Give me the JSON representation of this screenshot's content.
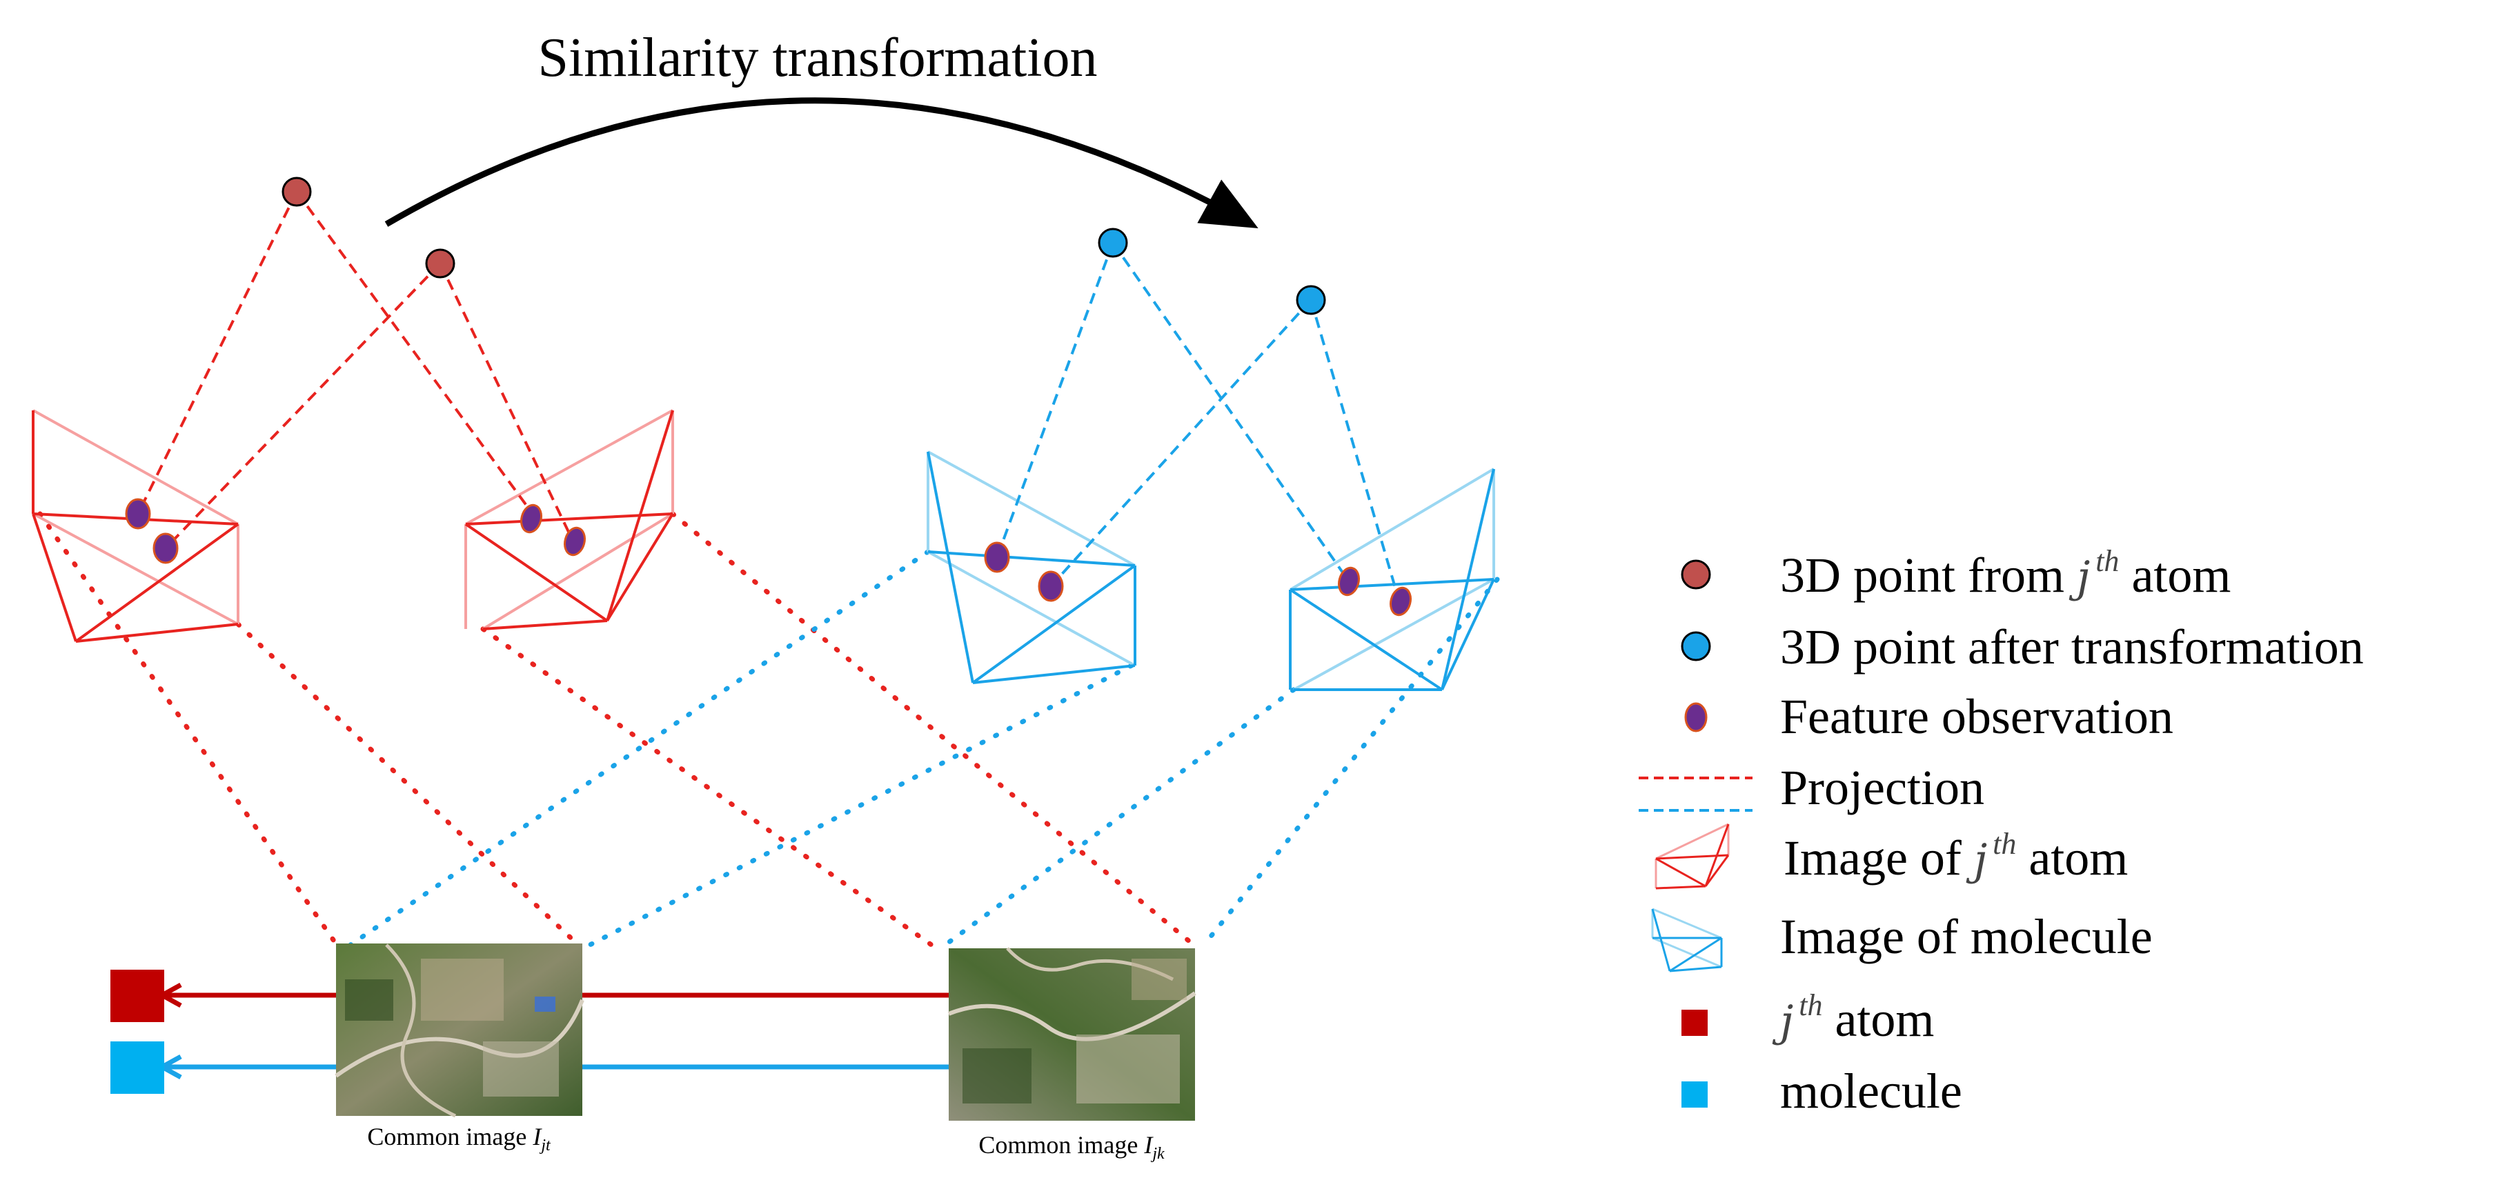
{
  "title": "Similarity transformation",
  "colors": {
    "atom_red": "#e8231f",
    "atom_red_light": "#f6a0a0",
    "point_red": "#c0504d",
    "point_blue": "#1aa3e8",
    "molecule_blue": "#1aa3e8",
    "molecule_blue_light": "#9ad7f2",
    "feature_fill": "#6a2d8f",
    "feature_edge": "#d9531e",
    "atom_square": "#c00000",
    "molecule_square": "#00b0f0",
    "arrow": "#000000"
  },
  "images": [
    {
      "caption_prefix": "Common image ",
      "caption_symbol": "I",
      "caption_subscript": "jt"
    },
    {
      "caption_prefix": "Common image ",
      "caption_symbol": "I",
      "caption_subscript": "jk"
    }
  ],
  "legend": [
    {
      "icon": "red-circle-icon",
      "pre": "3D point from ",
      "sym": "j",
      "sup": "th",
      "post": " atom"
    },
    {
      "icon": "blue-circle-icon",
      "pre": "3D point after transformation",
      "sym": "",
      "sup": "",
      "post": ""
    },
    {
      "icon": "feature-ellipse-icon",
      "pre": "Feature observation",
      "sym": "",
      "sup": "",
      "post": ""
    },
    {
      "icon": "dashed-lines-icon",
      "pre": "Projection",
      "sym": "",
      "sup": "",
      "post": ""
    },
    {
      "icon": "red-camera-icon",
      "pre": "Image of ",
      "sym": "j",
      "sup": "th",
      "post": " atom"
    },
    {
      "icon": "blue-camera-icon",
      "pre": "Image of molecule",
      "sym": "",
      "sup": "",
      "post": ""
    },
    {
      "icon": "red-square-icon",
      "pre": "",
      "sym": "j",
      "sup": "th",
      "post": " atom"
    },
    {
      "icon": "blue-square-icon",
      "pre": "molecule",
      "sym": "",
      "sup": "",
      "post": ""
    }
  ]
}
